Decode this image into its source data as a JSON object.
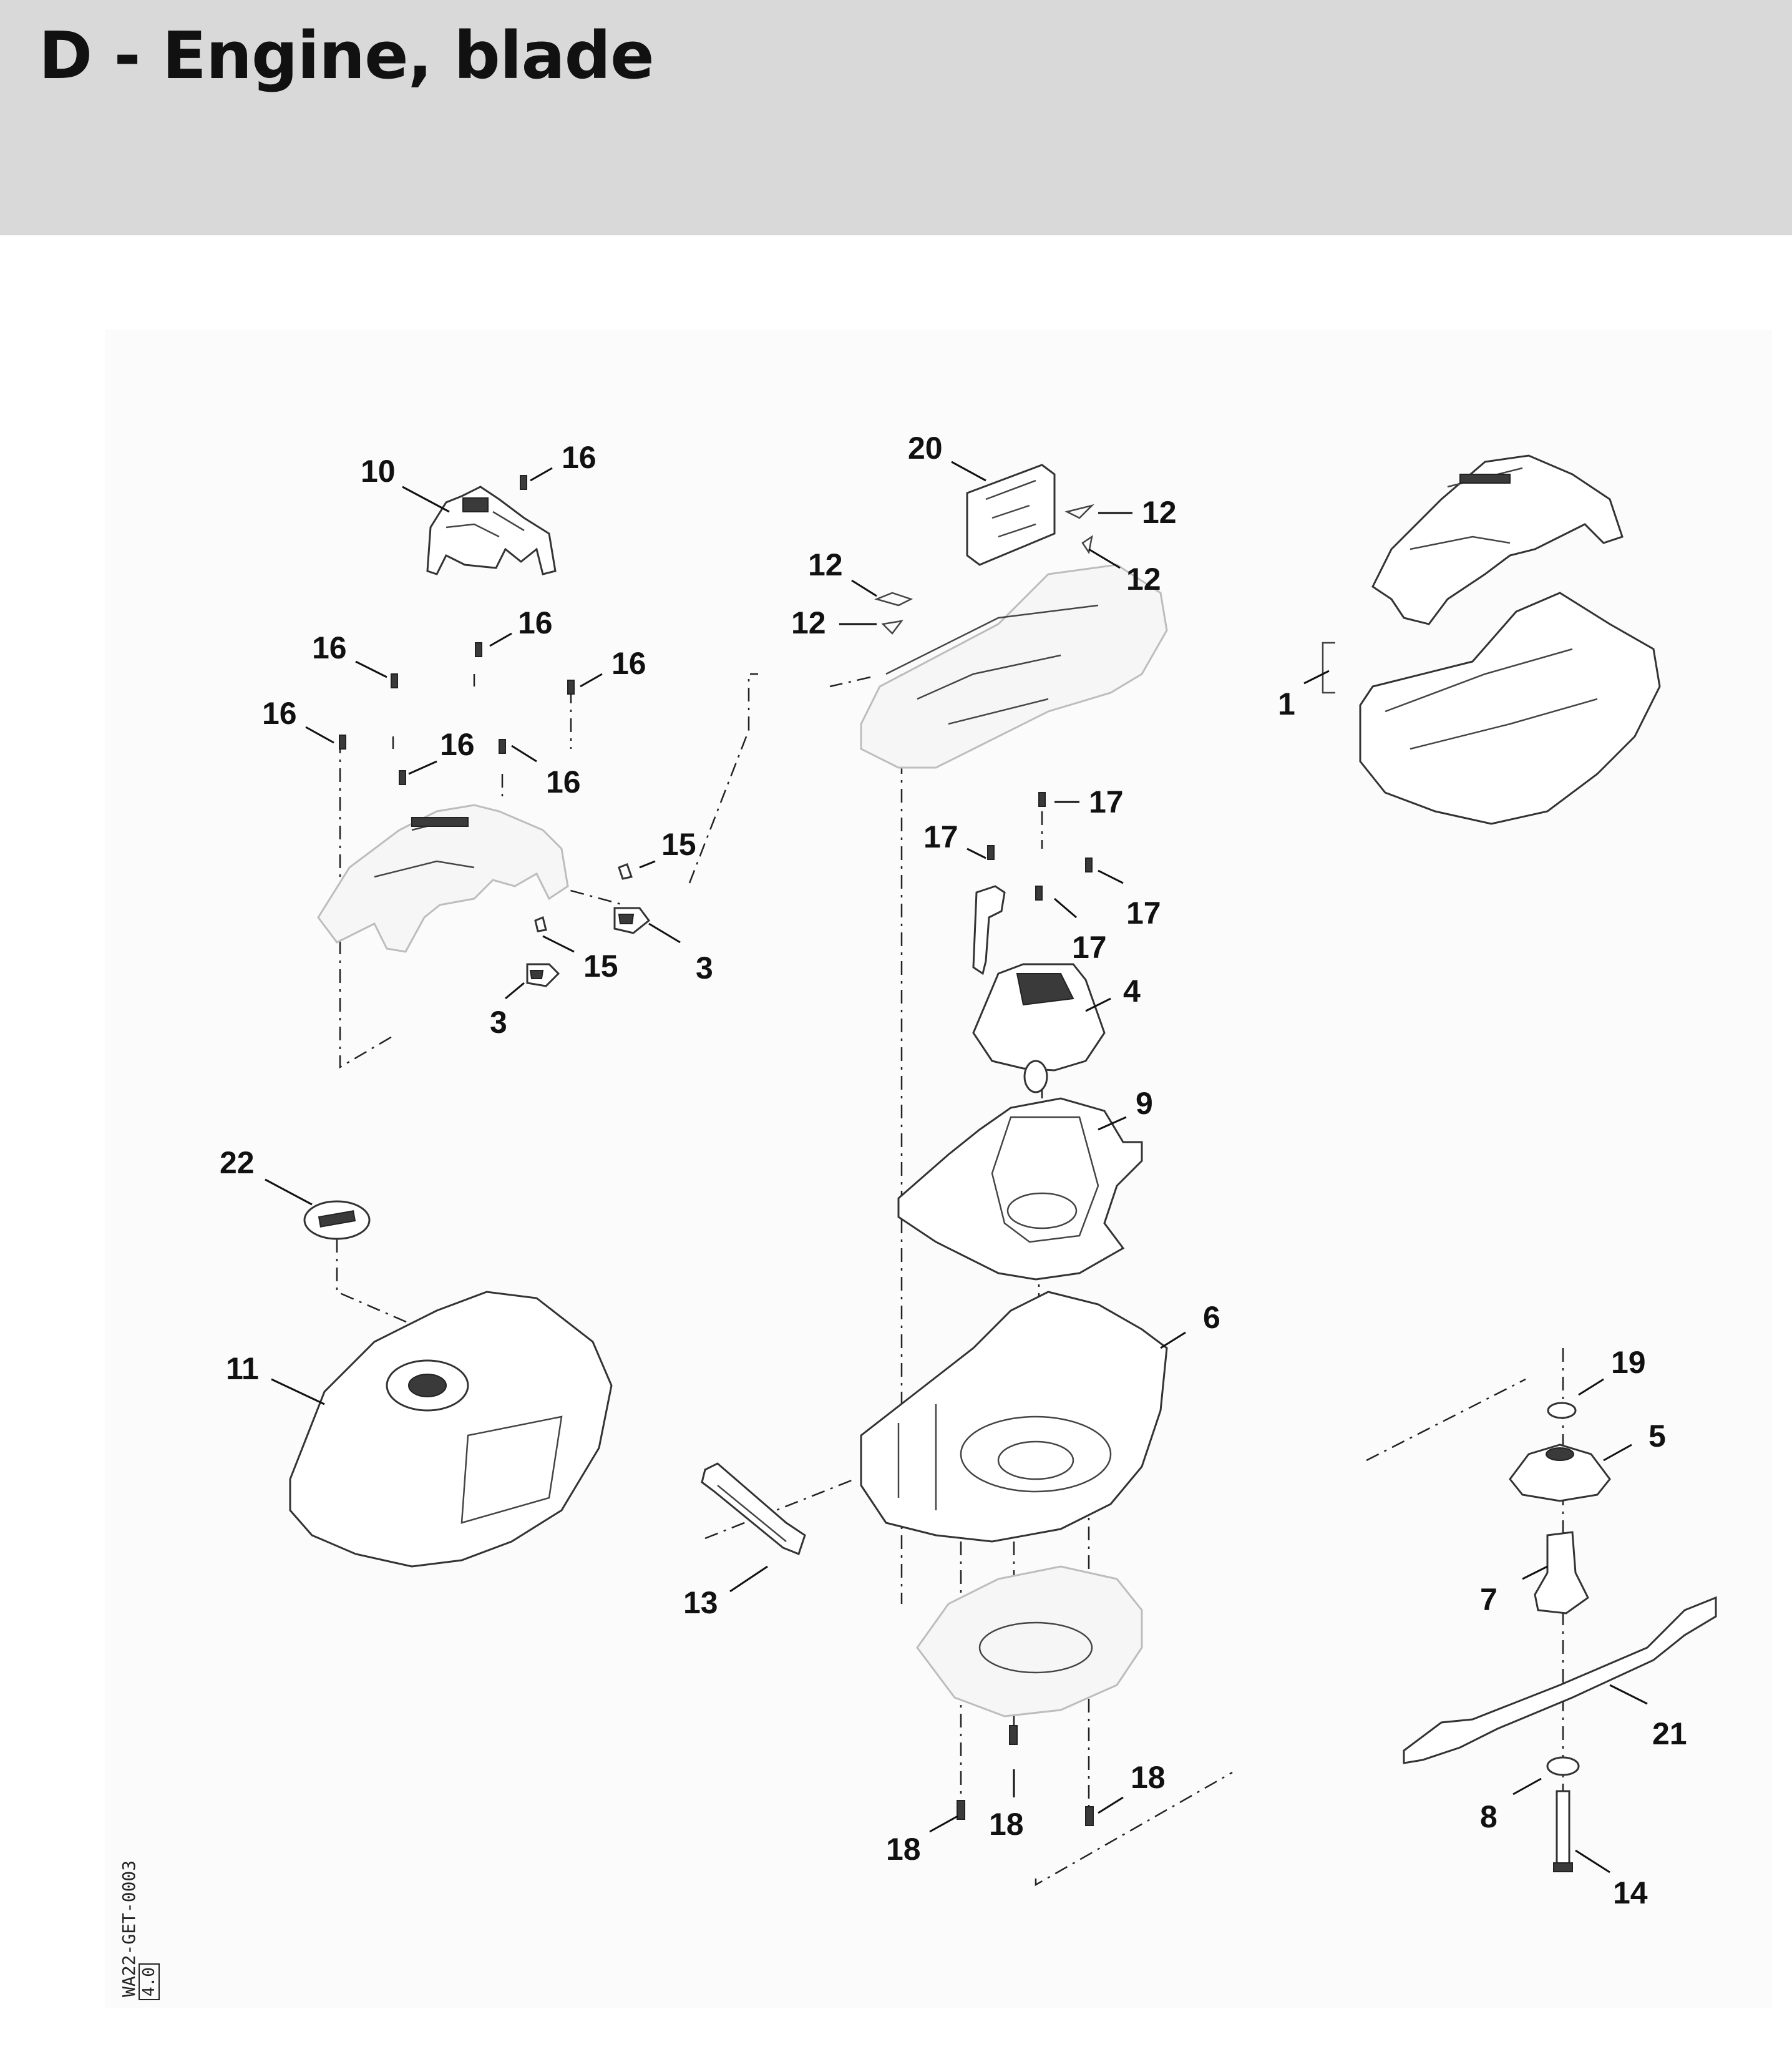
{
  "header": {
    "title": "D - Engine, blade",
    "background": "#d9d9d9"
  },
  "diagram": {
    "drawing_code": "WA22-GET-0003",
    "revision": "4.0",
    "callouts": [
      "1",
      "3",
      "3",
      "4",
      "5",
      "6",
      "7",
      "8",
      "9",
      "10",
      "11",
      "12",
      "12",
      "12",
      "12",
      "13",
      "14",
      "15",
      "15",
      "16",
      "16",
      "16",
      "16",
      "16",
      "16",
      "16",
      "17",
      "17",
      "17",
      "17",
      "18",
      "18",
      "18",
      "19",
      "20",
      "21",
      "22"
    ]
  }
}
